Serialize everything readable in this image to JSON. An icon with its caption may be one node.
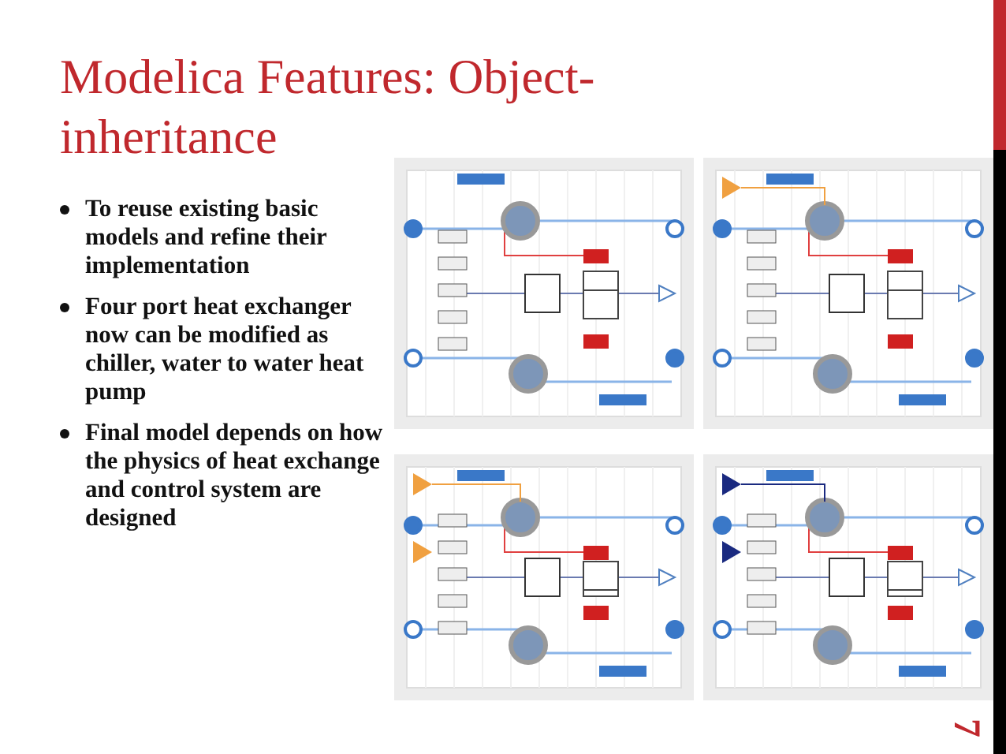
{
  "diagram": {
    "title": "Modelica Features: Object-inheritance",
    "labels": [
      "To reuse existing basic models and refine their implementation",
      "Four port heat exchanger now can be modified as chiller, water to water heat pump",
      "Final model depends on how the physics of heat exchange and control system are designed",
      "7"
    ]
  }
}
